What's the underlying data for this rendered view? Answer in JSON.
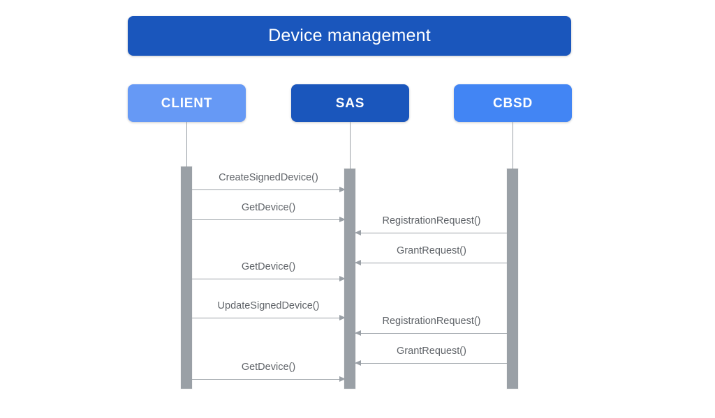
{
  "diagram": {
    "title": "Device management",
    "type": "sequence-diagram",
    "colors": {
      "title_bar": "#1a56bc",
      "client_box": "#6699f5",
      "sas_box": "#1a56bc",
      "cbsd_box": "#4285f4",
      "lifeline": "#9aa0a6",
      "activation_bar": "#9aa0a6",
      "message_text": "#5f6368",
      "background": "#ffffff"
    },
    "participants": [
      {
        "id": "client",
        "label": "CLIENT",
        "color": "#6699f5"
      },
      {
        "id": "sas",
        "label": "SAS",
        "color": "#1a56bc"
      },
      {
        "id": "cbsd",
        "label": "CBSD",
        "color": "#4285f4"
      }
    ],
    "messages": [
      {
        "index": 1,
        "label": "CreateSignedDevice()",
        "from": "client",
        "to": "sas",
        "direction": "right"
      },
      {
        "index": 2,
        "label": "GetDevice()",
        "from": "client",
        "to": "sas",
        "direction": "right"
      },
      {
        "index": 3,
        "label": "RegistrationRequest()",
        "from": "cbsd",
        "to": "sas",
        "direction": "left"
      },
      {
        "index": 4,
        "label": "GrantRequest()",
        "from": "cbsd",
        "to": "sas",
        "direction": "left"
      },
      {
        "index": 5,
        "label": "GetDevice()",
        "from": "client",
        "to": "sas",
        "direction": "right"
      },
      {
        "index": 6,
        "label": "UpdateSignedDevice()",
        "from": "client",
        "to": "sas",
        "direction": "right"
      },
      {
        "index": 7,
        "label": "RegistrationRequest()",
        "from": "cbsd",
        "to": "sas",
        "direction": "left"
      },
      {
        "index": 8,
        "label": "GrantRequest()",
        "from": "cbsd",
        "to": "sas",
        "direction": "left"
      },
      {
        "index": 9,
        "label": "GetDevice()",
        "from": "client",
        "to": "sas",
        "direction": "right"
      }
    ]
  }
}
